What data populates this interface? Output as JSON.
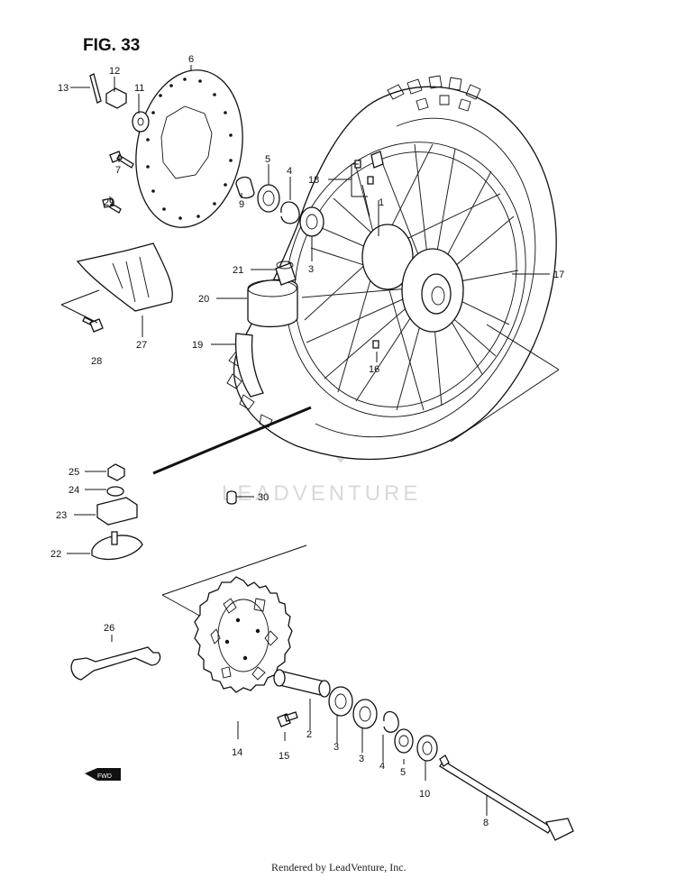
{
  "figure": {
    "title": "FIG. 33"
  },
  "watermark": {
    "text": "LEADVENTURE"
  },
  "footer": {
    "text": "Rendered by LeadVenture, Inc."
  },
  "fwd_badge": {
    "text": "FWD"
  },
  "callouts": {
    "c1": "1",
    "c2": "2",
    "c3a": "3",
    "c3b": "3",
    "c3c": "3",
    "c4a": "4",
    "c4b": "4",
    "c5a": "5",
    "c5b": "5",
    "c6": "6",
    "c7": "7",
    "c8": "8",
    "c9": "9",
    "c10": "10",
    "c11": "11",
    "c12": "12",
    "c13": "13",
    "c14": "14",
    "c15": "15",
    "c16": "16",
    "c17": "17",
    "c18": "18",
    "c19": "19",
    "c20": "20",
    "c21": "21",
    "c22": "22",
    "c23": "23",
    "c24": "24",
    "c25": "25",
    "c26": "26",
    "c27": "27",
    "c28": "28",
    "c29": "29",
    "c30": "30"
  }
}
